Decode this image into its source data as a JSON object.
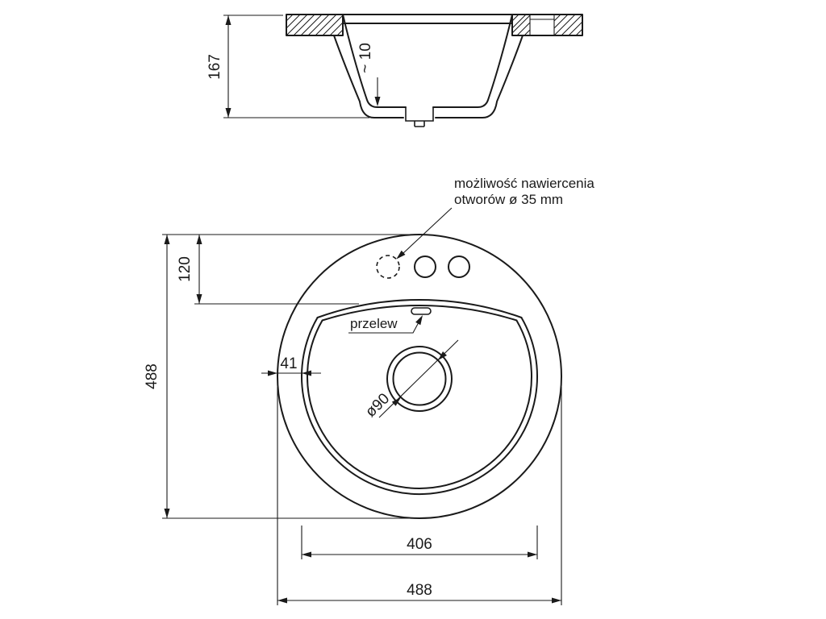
{
  "drawing_title": "round sink technical drawing",
  "section_view": {
    "dim_depth": "167",
    "dim_bottom_thickness": "~ 10"
  },
  "top_view": {
    "note_line1": "możliwość nawiercenia",
    "note_line2": "otworów ø 35 mm",
    "label_overflow": "przelew",
    "dim_ledge_offset": "120",
    "dim_outer_diameter_left": "488",
    "dim_rim_width": "41",
    "dim_drain_diameter": "ø90",
    "dim_bowl_diameter": "406",
    "dim_outer_diameter_bottom": "488"
  },
  "colors": {
    "line": "#1a1a1a",
    "background": "#ffffff"
  }
}
